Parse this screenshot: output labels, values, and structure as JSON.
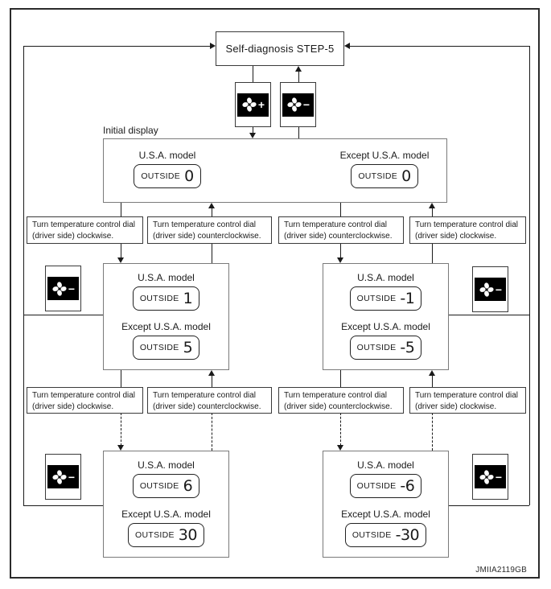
{
  "diagram": {
    "title": "Self-diagnosis STEP-5",
    "initial_label": "Initial display",
    "watermark": "JMIIA2119GB",
    "labels": {
      "usa": "U.S.A. model",
      "except_usa": "Except U.S.A. model",
      "outside": "OUTSIDE"
    },
    "instructions": {
      "clockwise": {
        "line1": "Turn temperature control dial",
        "line2": "(driver side) clockwise."
      },
      "counterclockwise": {
        "line1": "Turn temperature control dial",
        "line2": "(driver side) counterclockwise."
      }
    },
    "fan": {
      "plus": "+",
      "minus": "−"
    },
    "nodes": {
      "initial": {
        "usa_value": "0",
        "except_value": "0"
      },
      "middle_left": {
        "usa_value": "1",
        "except_value": "5"
      },
      "middle_right": {
        "usa_value": "-1",
        "except_value": "-5"
      },
      "bottom_left": {
        "usa_value": "6",
        "except_value": "30"
      },
      "bottom_right": {
        "usa_value": "-6",
        "except_value": "-30"
      }
    },
    "colors": {
      "line": "#1a1a1a",
      "box_border": "#7a7a7a",
      "background": "#ffffff"
    }
  }
}
